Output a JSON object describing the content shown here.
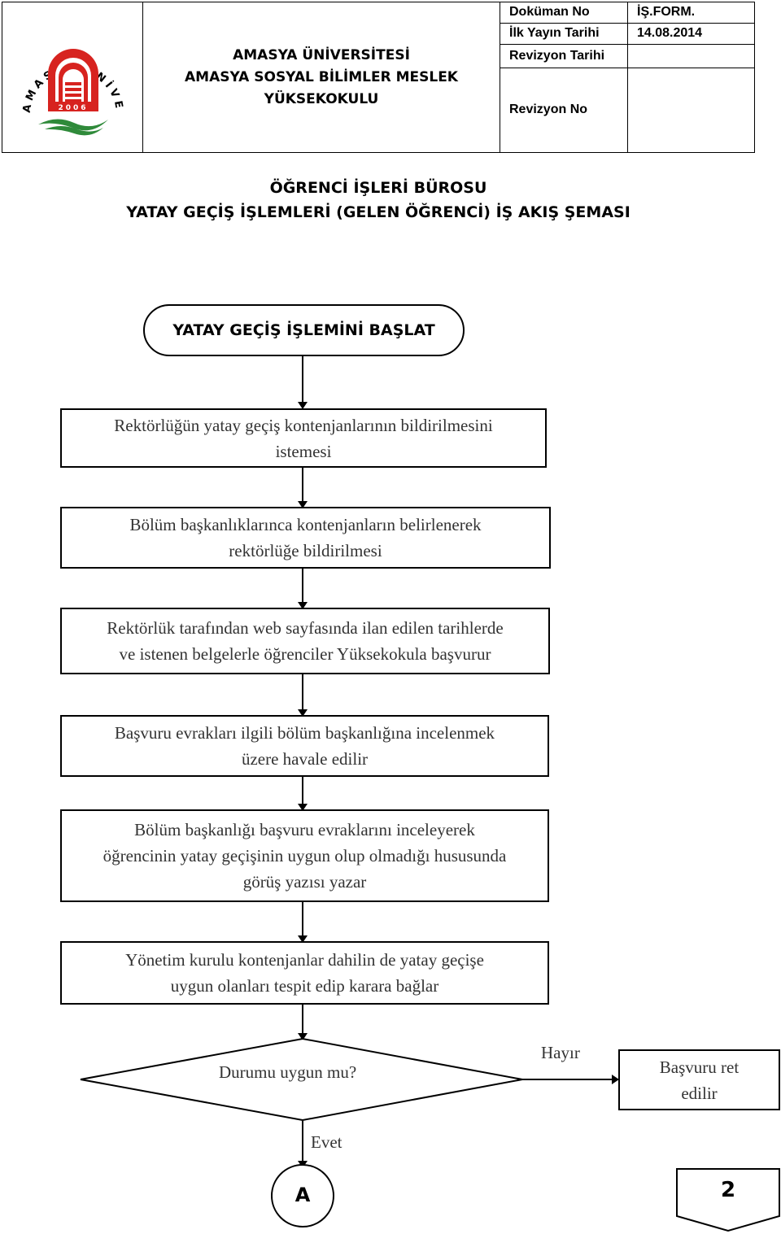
{
  "header": {
    "logo": {
      "arc_text": "AMASYA ÜNİVERSİTESİ",
      "year": "2006",
      "colors": {
        "red": "#d7231f",
        "green": "#2f8a3a"
      }
    },
    "institution": {
      "line1": "AMASYA ÜNİVERSİTESİ",
      "line2": "AMASYA SOSYAL BİLİMLER MESLEK",
      "line3": "YÜKSEKOKULU"
    },
    "doc_info": {
      "doc_no_label": "Doküman No",
      "doc_no_value": "İŞ.FORM.",
      "first_pub_label": "İlk Yayın Tarihi",
      "first_pub_value": "14.08.2014",
      "revision_date_label": "Revizyon Tarihi",
      "revision_date_value": "",
      "revision_no_label": "Revizyon No",
      "revision_no_value": ""
    }
  },
  "titles": {
    "line1": "ÖĞRENCİ İŞLERİ BÜROSU",
    "line2": "YATAY GEÇİŞ İŞLEMLERİ (GELEN ÖĞRENCİ) İŞ AKIŞ ŞEMASI"
  },
  "flow": {
    "start": "YATAY GEÇİŞ İŞLEMİNİ BAŞLAT",
    "steps": [
      [
        "Rektörlüğün yatay geçiş kontenjanlarının bildirilmesini",
        "istemesi"
      ],
      [
        "Bölüm başkanlıklarınca kontenjanların belirlenerek",
        "rektörlüğe bildirilmesi"
      ],
      [
        "Rektörlük tarafından web sayfasında ilan edilen tarihlerde",
        "ve istenen belgelerle öğrenciler Yüksekokula başvurur"
      ],
      [
        "Başvuru evrakları ilgili bölüm başkanlığına incelenmek",
        "üzere havale edilir"
      ],
      [
        "Bölüm başkanlığı başvuru evraklarını inceleyerek",
        "öğrencinin yatay geçişinin uygun olup olmadığı hususunda",
        "görüş yazısı yazar"
      ],
      [
        "Yönetim kurulu kontenjanlar dahilin de yatay geçişe",
        "uygun olanları tespit edip karara bağlar"
      ]
    ],
    "decision": "Durumu  uygun mu?",
    "no_label": "Hayır",
    "yes_label": "Evet",
    "reject": [
      "Başvuru ret",
      "edilir"
    ],
    "connector": "A",
    "page_number": "2"
  }
}
